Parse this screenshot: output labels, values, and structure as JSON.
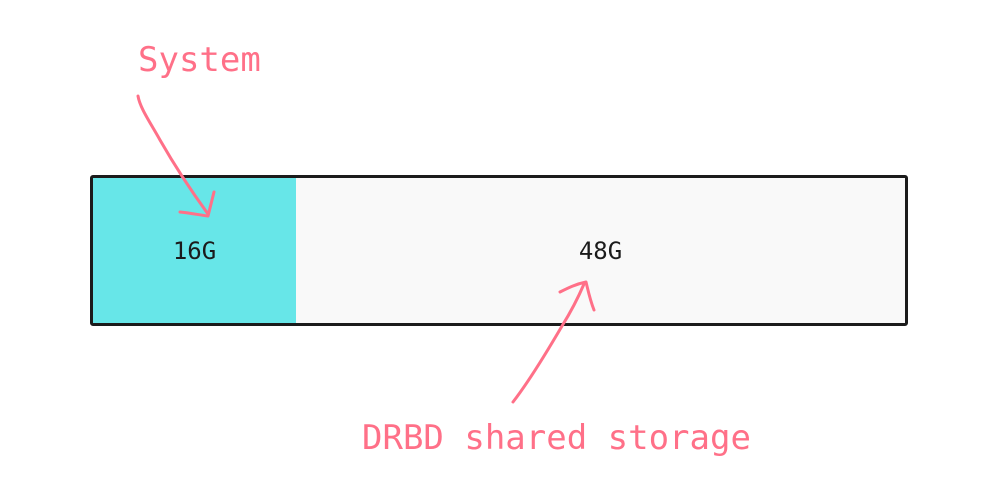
{
  "colors": {
    "annotation": "#ff7088",
    "system_segment": "#67e6e8",
    "drbd_segment": "#f9f9f9",
    "outline": "#1b1b1b"
  },
  "annotations": {
    "system_label": "System",
    "drbd_label": "DRBD shared storage"
  },
  "disk": {
    "segments": [
      {
        "label": "16G",
        "size_gb": 16
      },
      {
        "label": "48G",
        "size_gb": 48
      }
    ]
  }
}
